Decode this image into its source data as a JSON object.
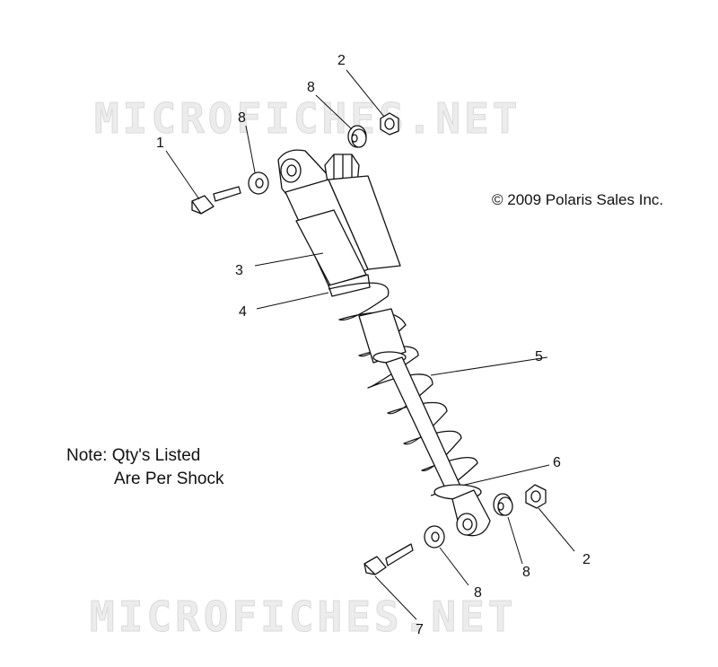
{
  "watermark": "MICROFICHES.NET",
  "copyright": "© 2009 Polaris Sales Inc.",
  "note_line1": "Note:  Qty's Listed",
  "note_line2": "Are Per Shock",
  "callouts": {
    "c1": "1",
    "c2_top": "2",
    "c2_bottom": "2",
    "c3": "3",
    "c4": "4",
    "c5": "5",
    "c6": "6",
    "c7": "7",
    "c8_top_left": "8",
    "c8_top_right": "8",
    "c8_bottom_mid": "8",
    "c8_bottom_right": "8"
  },
  "colors": {
    "line": "#111111",
    "watermark_fill": "#ececec"
  }
}
